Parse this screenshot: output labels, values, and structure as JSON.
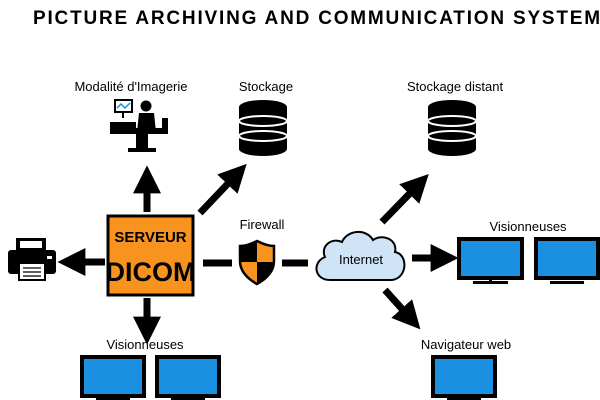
{
  "title": "PICTURE ARCHIVING AND COMMUNICATION SYSTEM",
  "server": {
    "line1": "SERVEUR",
    "line2": "DICOM"
  },
  "labels": {
    "modality": "Modalité d'Imagerie",
    "storage": "Stockage",
    "remote_storage": "Stockage distant",
    "firewall": "Firewall",
    "internet": "Internet",
    "viewers_right": "Visionneuses",
    "viewers_bottom": "Visionneuses",
    "web_browser": "Navigateur web"
  },
  "colors": {
    "server_fill": "#f7931e",
    "screen_blue": "#1b8fe0",
    "cloud_fill": "#cfe4f6",
    "shield_orange": "#f7931e",
    "ink": "#000000"
  },
  "icons": [
    "modality-icon",
    "database-icon",
    "printer-icon",
    "shield-icon",
    "cloud-icon",
    "monitor-icon"
  ]
}
